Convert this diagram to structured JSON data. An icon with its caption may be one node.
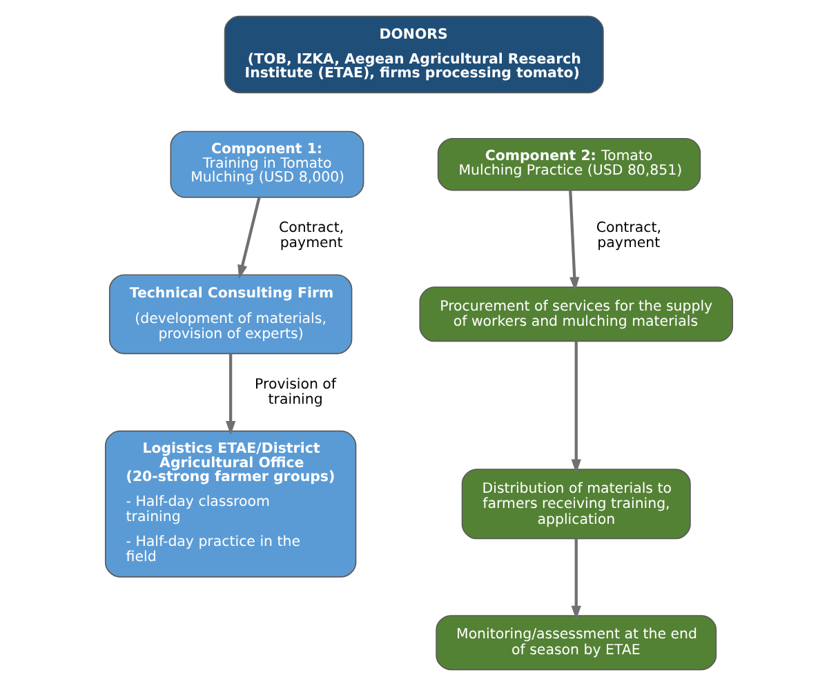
{
  "diagram": {
    "nodes": [
      {
        "text": [
          "DONORS",
          "(TOB, IZKA, Aegean Agricultural Research Institute (ETAE), firms processing tomato)"
        ]
      },
      {
        "text": [
          "**Component 1:** Training in Tomato Mulching (USD 8,000)"
        ]
      },
      {
        "text": [
          "Technical Consulting Firm",
          "(development of materials, provision of experts)"
        ]
      },
      {
        "text": [
          "Logistics ETAE/District Agricultural Office (20-strong farmer groups)",
          "- Half-day classroom training",
          "- Half-day practice in the field"
        ]
      },
      {
        "text": [
          "**Component 2:** Tomato Mulching Practice (USD 80,851)"
        ]
      },
      {
        "text": [
          "Procurement of services for the supply of workers and mulching materials"
        ]
      },
      {
        "text": [
          "Distribution of materials to farmers receiving training, application"
        ]
      },
      {
        "text": [
          "Monitoring/assessment at the end of season by ETAE"
        ]
      }
    ],
    "edges": [
      {
        "from": 1,
        "to": 2,
        "arrow": "to",
        "label": "Contract, payment"
      },
      {
        "from": 2,
        "to": 3,
        "arrow": "to",
        "label": "Provision of training"
      },
      {
        "from": 4,
        "to": 5,
        "arrow": "to",
        "label": "Contract, payment"
      },
      {
        "from": 5,
        "to": 6,
        "arrow": "to"
      },
      {
        "from": 6,
        "to": 7,
        "arrow": "to"
      }
    ]
  }
}
